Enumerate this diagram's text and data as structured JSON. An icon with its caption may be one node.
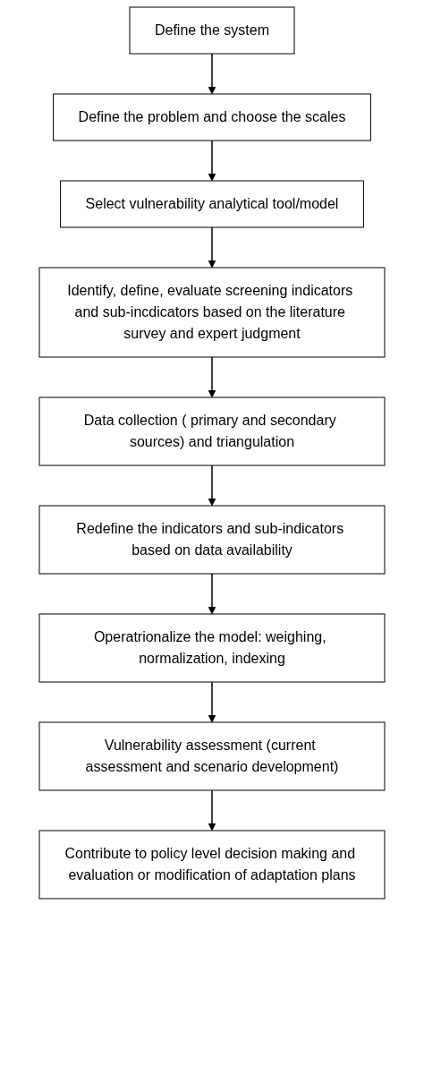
{
  "diagram": {
    "nodes": [
      {
        "text": [
          "Define the system"
        ]
      },
      {
        "text": [
          "Define the problem and choose the scales"
        ]
      },
      {
        "text": [
          "Select vulnerability analytical tool/model"
        ]
      },
      {
        "text": [
          "Identify, define, evaluate screening indicators and sub-incdicators based on the literature survey and expert judgment"
        ]
      },
      {
        "text": [
          "Data collection ( primary and secondary sources) and triangulation"
        ]
      },
      {
        "text": [
          "Redefine the indicators and sub-indicators based on data availability"
        ]
      },
      {
        "text": [
          "Operatrionalize the model: weighing, normalization, indexing"
        ]
      },
      {
        "text": [
          "Vulnerability assessment (current assessment and scenario development)"
        ]
      },
      {
        "text": [
          "Contribute to policy level decision making and evaluation or modification of adaptation plans"
        ]
      }
    ],
    "edges": [
      {
        "from": 0,
        "to": 1,
        "arrow": "to"
      },
      {
        "from": 1,
        "to": 2,
        "arrow": "to"
      },
      {
        "from": 2,
        "to": 3,
        "arrow": "to"
      },
      {
        "from": 3,
        "to": 4,
        "arrow": "to"
      },
      {
        "from": 4,
        "to": 5,
        "arrow": "to"
      },
      {
        "from": 5,
        "to": 6,
        "arrow": "to"
      },
      {
        "from": 6,
        "to": 7,
        "arrow": "to"
      },
      {
        "from": 7,
        "to": 8,
        "arrow": "to"
      }
    ]
  }
}
